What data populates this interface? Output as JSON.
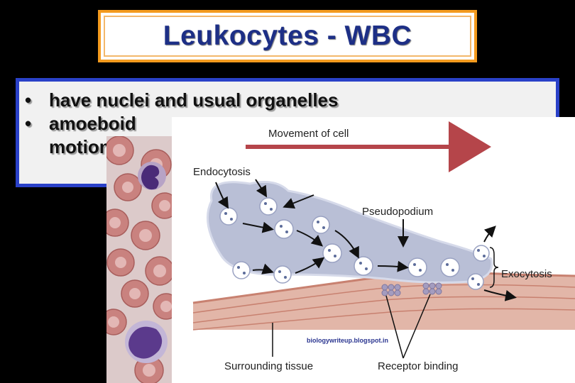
{
  "slide": {
    "title": "Leukocytes - WBC",
    "bullets": [
      {
        "marker": "•",
        "text": "have nuclei and usual organelles"
      },
      {
        "marker": "•",
        "text": "amoeboid"
      },
      {
        "marker": "",
        "text": "motion"
      }
    ]
  },
  "diagram": {
    "movement_label": "Movement of cell",
    "labels": {
      "endocytosis": "Endocytosis",
      "pseudopodium": "Pseudopodium",
      "exocytosis": "Exocytosis",
      "surrounding_tissue": "Surrounding tissue",
      "receptor_binding": "Receptor binding"
    },
    "credit": "biologywriteup.blogspot.in"
  },
  "colors": {
    "title_border": "#f39a1e",
    "title_text": "#1d2f86",
    "bullet_border": "#2a41c8",
    "arrow": "#b5454a",
    "cell": "#b6bcd5",
    "tissue": "#c88170"
  }
}
